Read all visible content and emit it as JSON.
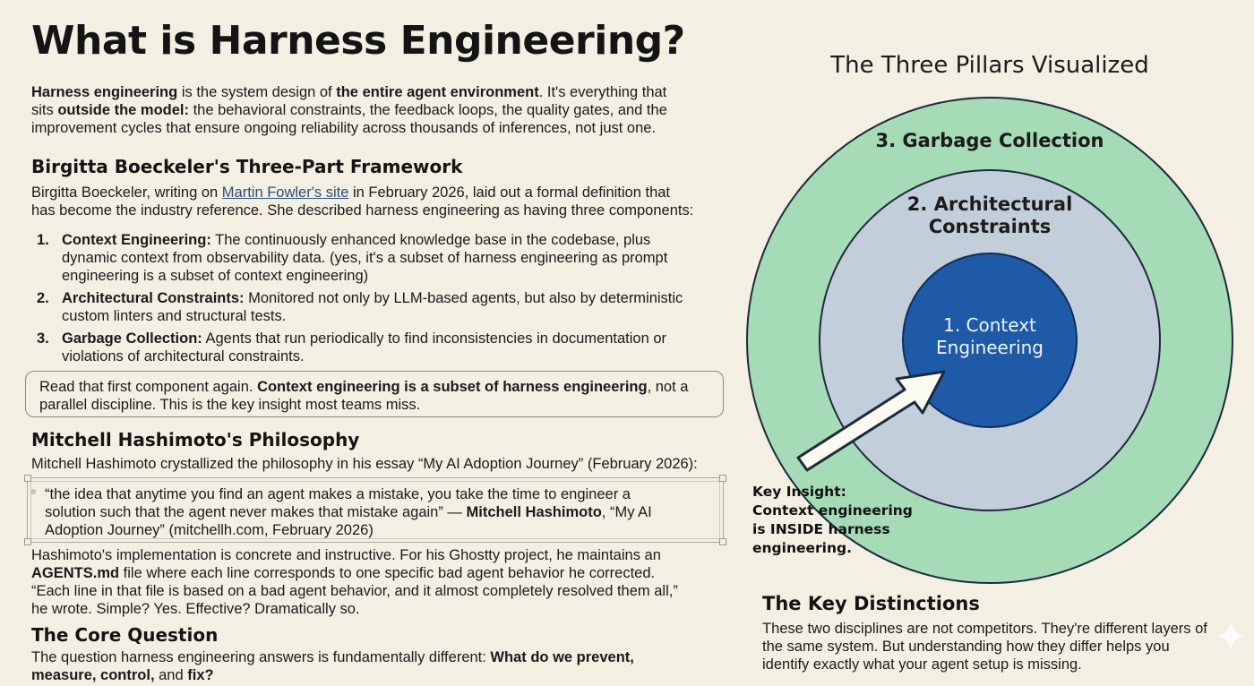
{
  "title": "What is Harness Engineering?",
  "intro": {
    "l1_b1": "Harness engineering",
    "l1_t1": " is the system design of ",
    "l1_b2": "the entire agent environment",
    "l1_t2": ". It's everything that",
    "l2_t1": "sits ",
    "l2_b1": "outside the model:",
    "l2_t2": " the behavioral constraints, the feedback loops, the quality gates, and the",
    "l3": "improvement cycles that ensure ongoing reliability across thousands of inferences, not just one."
  },
  "framework": {
    "heading": "Birgitta Boeckeler's Three-Part Framework",
    "p_l1_a": "Birgitta Boeckeler, writing on ",
    "p_link": "Martin Fowler's site",
    "p_l1_b": " in February 2026, laid out a formal definition that",
    "p_l2": "has become the industry reference. She described harness engineering as having three components:",
    "items": [
      {
        "num": "1.",
        "label": "Context Engineering:",
        "l1": " The continuously enhanced knowledge base in the codebase, plus",
        "l2": "dynamic context from observability data. (yes, it's a subset of harness engineering as prompt",
        "l3": "engineering is a subset of context engineering)"
      },
      {
        "num": "2.",
        "label": "Architectural Constraints:",
        "l1": " Monitored not only by LLM-based agents, but also by deterministic",
        "l2": "custom linters and structural tests."
      },
      {
        "num": "3.",
        "label": "Garbage Collection:",
        "l1": " Agents that run periodically to find inconsistencies in documentation or",
        "l2": "violations of architectural constraints."
      }
    ]
  },
  "callout": {
    "t1": "Read that first component again. ",
    "b1": "Context engineering is a subset of harness engineering",
    "t2": ", not a",
    "l2": "parallel discipline. This is the key insight most teams miss."
  },
  "philosophy": {
    "heading": "Mitchell Hashimoto's Philosophy",
    "intro": "Mitchell Hashimoto crystallized the philosophy in his essay “My AI Adoption Journey” (February 2026):",
    "quote_l1": " “the idea that anytime you find an agent makes a mistake, you take the time to engineer a",
    "quote_l2_a": "solution such that the agent never makes that mistake again” — ",
    "quote_l2_b": "Mitchell Hashimoto",
    "quote_l2_c": ", “My AI",
    "quote_l3": "Adoption Journey” (mitchellh.com, February 2026)",
    "p_l1": "Hashimoto's implementation is concrete and instructive. For his Ghostty project, he maintains an",
    "p_l2_b": "AGENTS.md",
    "p_l2_t": " file where each line corresponds to one specific bad agent behavior he corrected.",
    "p_l3": "“Each line in that file is based on a bad agent behavior, and it almost completely resolved them all,”",
    "p_l4": "he wrote. Simple? Yes. Effective? Dramatically so."
  },
  "core": {
    "heading": "The Core Question",
    "l1_t": "The question harness engineering answers is fundamentally different: ",
    "l1_b": "What do we prevent,",
    "l2_b1": "measure, control,",
    "l2_t": " and ",
    "l2_b2": "fix?"
  },
  "diagram": {
    "title": "The Three Pillars Visualized",
    "outer_label": "3. Garbage Collection",
    "middle_label_1": "2. Architectural",
    "middle_label_2": "Constraints",
    "inner_label_1": "1. Context",
    "inner_label_2": "Engineering",
    "colors": {
      "outer": "#a5dcb7",
      "middle": "#c2cfdb",
      "inner": "#1f5aa6",
      "stroke": "#1e2a3a"
    }
  },
  "insight": {
    "l1": "Key Insight:",
    "l2": "Context engineering",
    "l3": "is INSIDE harness",
    "l4": "engineering."
  },
  "distinctions": {
    "heading": "The Key Distinctions",
    "l1": "These two disciplines are not competitors. They're different layers of",
    "l2": "the same system. But understanding how they differ helps you",
    "l3": "identify exactly what your agent setup is missing."
  }
}
